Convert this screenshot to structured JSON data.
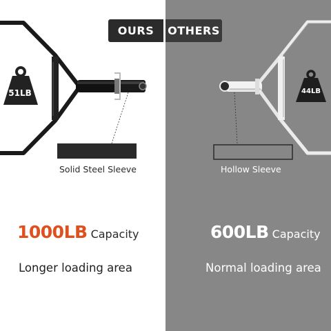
{
  "tabs": {
    "ours": "OURS",
    "others": "OTHERS"
  },
  "ours": {
    "weight": "51LB",
    "sleeve": "Solid Steel Sleeve",
    "capacity_value": "1000LB",
    "capacity_word": "Capacity",
    "loading": "Longer loading area"
  },
  "others": {
    "weight": "44LB",
    "sleeve": "Hollow Sleeve",
    "capacity_value": "600LB",
    "capacity_word": "Capacity",
    "loading": "Normal loading area"
  },
  "colors": {
    "left_bg": "#ffffff",
    "right_bg": "#878787",
    "tab_bg": "#2b2b2b",
    "accent_orange": "#e0501e",
    "black_bar": "#1a1a1a",
    "chrome_bar": "#e6e6e6"
  },
  "icons": [
    "weight-icon",
    "hex-bar-black",
    "hex-bar-chrome",
    "solid-sleeve-swatch",
    "hollow-sleeve-swatch"
  ]
}
